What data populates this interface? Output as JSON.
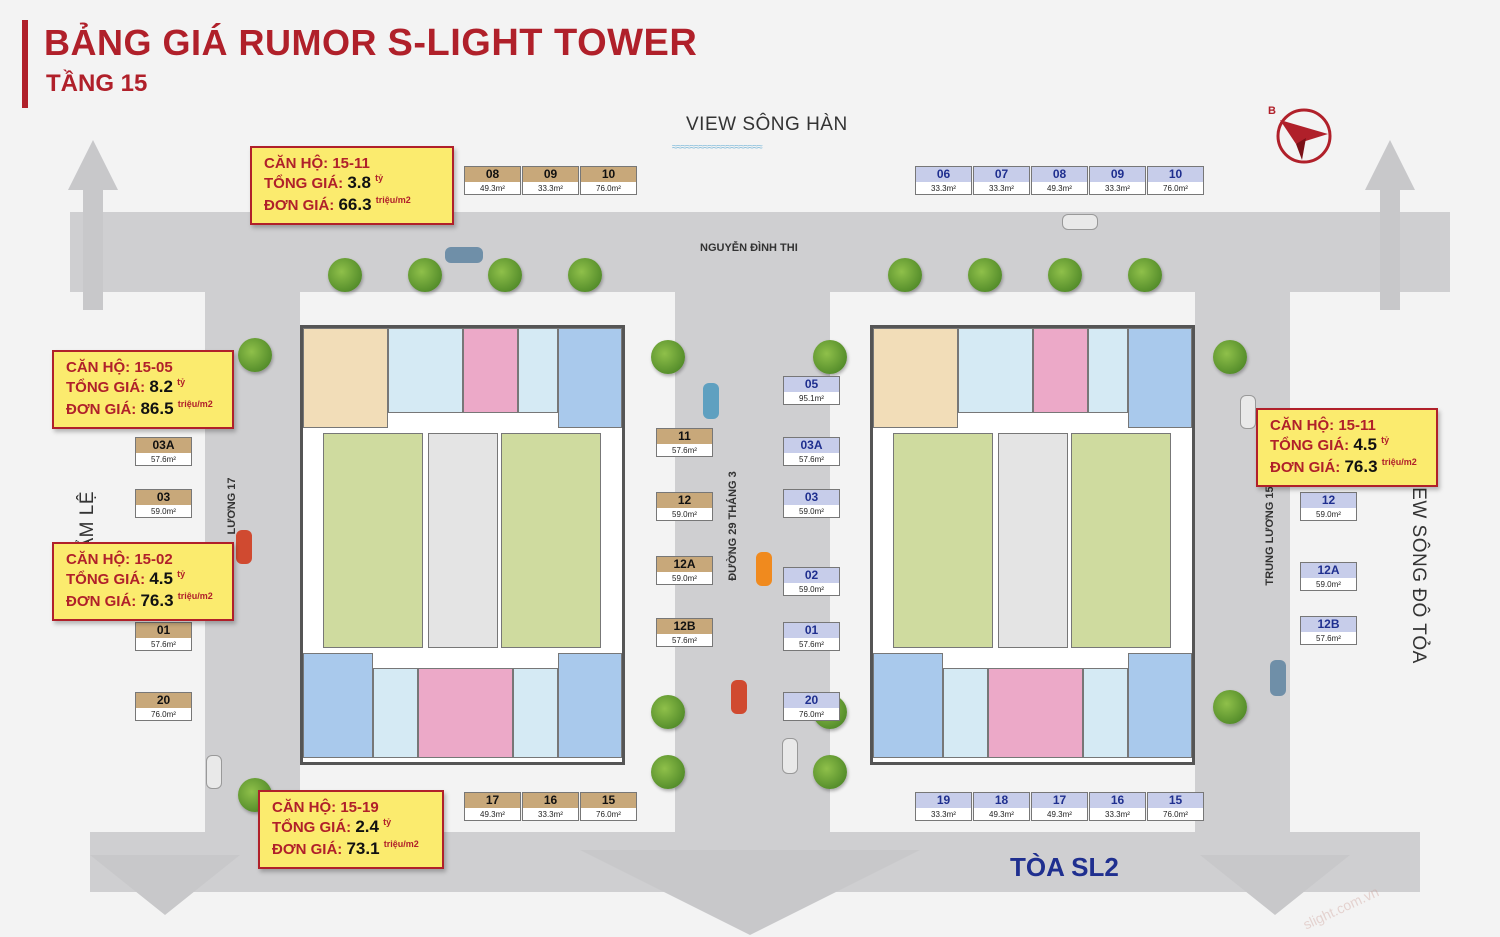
{
  "header": {
    "title_prefix": "BẢNG GIÁ RUMOR",
    "title_strong": "S-LIGHT TOWER",
    "floor": "TẦNG 15"
  },
  "labels": {
    "view_top": "VIEW SÔNG HÀN",
    "street_top": "NGUYỄN ĐÌNH THI",
    "street_middle": "ĐƯỜNG 29 THÁNG 3",
    "street_left": "LƯƠNG 17",
    "street_right": "TRUNG LƯƠNG 15",
    "view_left": "VIEW CẨM LỆ",
    "view_right": "VIEW SÔNG ĐÔ TỎA",
    "tower_right": "TÒA SL2",
    "watermark": "slight.com.vn"
  },
  "callouts": [
    {
      "apt_label": "CĂN HỘ:",
      "apt": "15-11",
      "total_label": "TỔNG GIÁ:",
      "total": "3.8",
      "total_unit": "tỷ",
      "unit_label": "ĐƠN GIÁ:",
      "unit_price": "66.3",
      "unit_price_unit": "triệu/m2"
    },
    {
      "apt_label": "CĂN HỘ:",
      "apt": "15-05",
      "total_label": "TỔNG GIÁ:",
      "total": "8.2",
      "total_unit": "tỷ",
      "unit_label": "ĐƠN GIÁ:",
      "unit_price": "86.5",
      "unit_price_unit": "triệu/m2"
    },
    {
      "apt_label": "CĂN HỘ:",
      "apt": "15-02",
      "total_label": "TỔNG GIÁ:",
      "total": "4.5",
      "total_unit": "tỷ",
      "unit_label": "ĐƠN GIÁ:",
      "unit_price": "76.3",
      "unit_price_unit": "triệu/m2"
    },
    {
      "apt_label": "CĂN HỘ:",
      "apt": "15-19",
      "total_label": "TỔNG GIÁ:",
      "total": "2.4",
      "total_unit": "tỷ",
      "unit_label": "ĐƠN GIÁ:",
      "unit_price": "73.1",
      "unit_price_unit": "triệu/m2"
    },
    {
      "apt_label": "CĂN HỘ:",
      "apt": "15-11",
      "total_label": "TỔNG GIÁ:",
      "total": "4.5",
      "total_unit": "tỷ",
      "unit_label": "ĐƠN GIÁ:",
      "unit_price": "76.3",
      "unit_price_unit": "triệu/m2"
    }
  ],
  "tags": [
    {
      "num": "08",
      "area": "49.3m²"
    },
    {
      "num": "09",
      "area": "33.3m²"
    },
    {
      "num": "10",
      "area": "76.0m²"
    },
    {
      "num": "11",
      "area": "57.6m²"
    },
    {
      "num": "12",
      "area": "59.0m²"
    },
    {
      "num": "12A",
      "area": "59.0m²"
    },
    {
      "num": "12B",
      "area": "57.6m²"
    },
    {
      "num": "17",
      "area": "49.3m²"
    },
    {
      "num": "16",
      "area": "33.3m²"
    },
    {
      "num": "15",
      "area": "76.0m²"
    },
    {
      "num": "03A",
      "area": "57.6m²"
    },
    {
      "num": "03",
      "area": "59.0m²"
    },
    {
      "num": "01",
      "area": "57.6m²"
    },
    {
      "num": "20",
      "area": "76.0m²"
    },
    {
      "num": "06",
      "area": "33.3m²"
    },
    {
      "num": "07",
      "area": "33.3m²"
    },
    {
      "num": "08",
      "area": "49.3m²"
    },
    {
      "num": "09",
      "area": "33.3m²"
    },
    {
      "num": "10",
      "area": "76.0m²"
    },
    {
      "num": "05",
      "area": "95.1m²"
    },
    {
      "num": "03A",
      "area": "57.6m²"
    },
    {
      "num": "03",
      "area": "59.0m²"
    },
    {
      "num": "02",
      "area": "59.0m²"
    },
    {
      "num": "01",
      "area": "57.6m²"
    },
    {
      "num": "20",
      "area": "76.0m²"
    },
    {
      "num": "12",
      "area": "59.0m²"
    },
    {
      "num": "12A",
      "area": "59.0m²"
    },
    {
      "num": "12B",
      "area": "57.6m²"
    },
    {
      "num": "19",
      "area": "33.3m²"
    },
    {
      "num": "18",
      "area": "49.3m²"
    },
    {
      "num": "17",
      "area": "49.3m²"
    },
    {
      "num": "16",
      "area": "33.3m²"
    },
    {
      "num": "15",
      "area": "76.0m²"
    }
  ],
  "colors": {
    "accent": "#b0202a",
    "callout_bg": "#fbeb6e",
    "tag_tower1": "#c8a87a",
    "tag_tower2": "#c7cdea"
  },
  "icons": [
    "compass-icon",
    "tree-icon",
    "car-icon",
    "arrow-icon",
    "wave-icon"
  ]
}
